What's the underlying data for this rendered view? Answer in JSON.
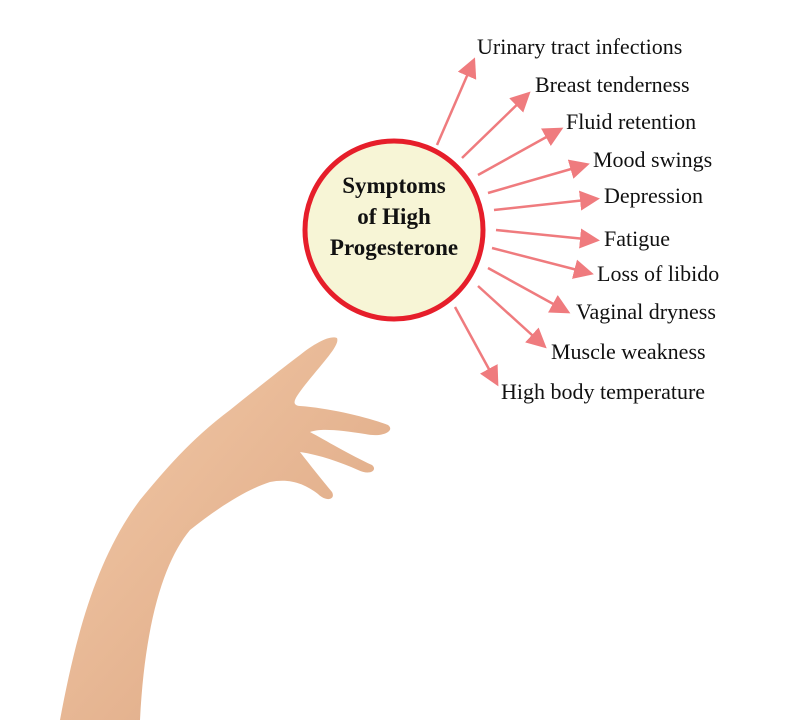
{
  "title_lines": [
    "Symptoms",
    "of High",
    "Progesterone"
  ],
  "symptoms": [
    "Urinary tract infections",
    "Breast tenderness",
    "Fluid retention",
    "Mood swings",
    "Depression",
    "Fatigue",
    "Loss of libido",
    "Vaginal dryness",
    "Muscle weakness",
    "High body temperature"
  ],
  "colors": {
    "circle_stroke": "#e61e2a",
    "circle_fill": "#f7f5d6",
    "arrow": "#ef7b7e",
    "skin": "#eab794"
  }
}
